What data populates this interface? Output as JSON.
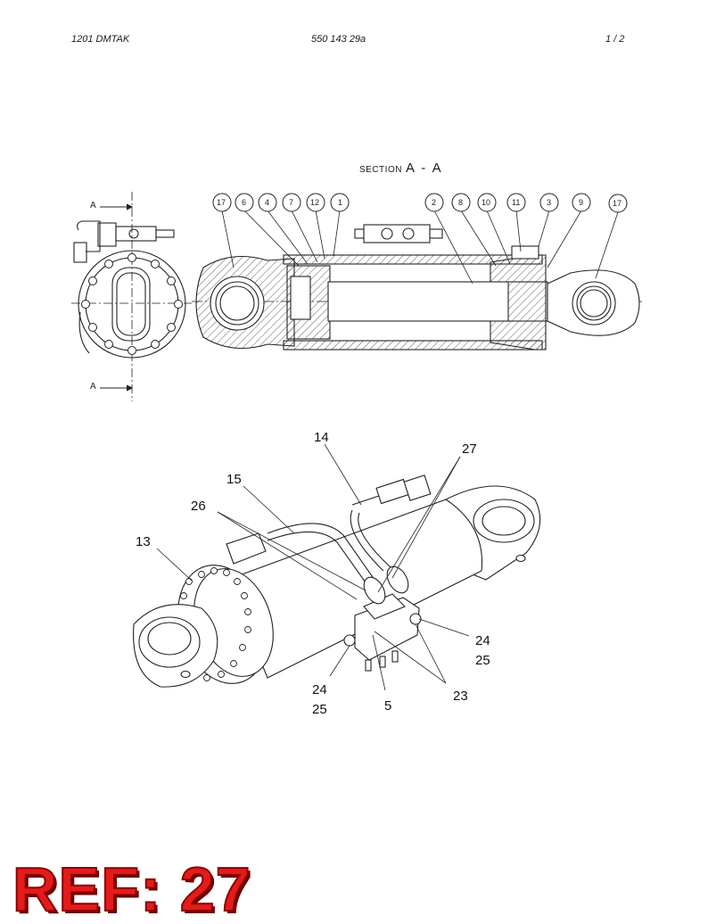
{
  "header": {
    "left": "1201 DMTAK",
    "center": "550 143 29a",
    "right": "1 /  2"
  },
  "section": {
    "prefix": "SECTION",
    "label": "A - A",
    "cut_mark": "A"
  },
  "section_bubbles": [
    "17",
    "6",
    "4",
    "7",
    "12",
    "1",
    "2",
    "8",
    "10",
    "11",
    "3",
    "9",
    "17"
  ],
  "callouts": [
    "14",
    "27",
    "15",
    "26",
    "13",
    "24",
    "25",
    "24",
    "25",
    "23",
    "5"
  ],
  "ref_label": "REF: 27"
}
